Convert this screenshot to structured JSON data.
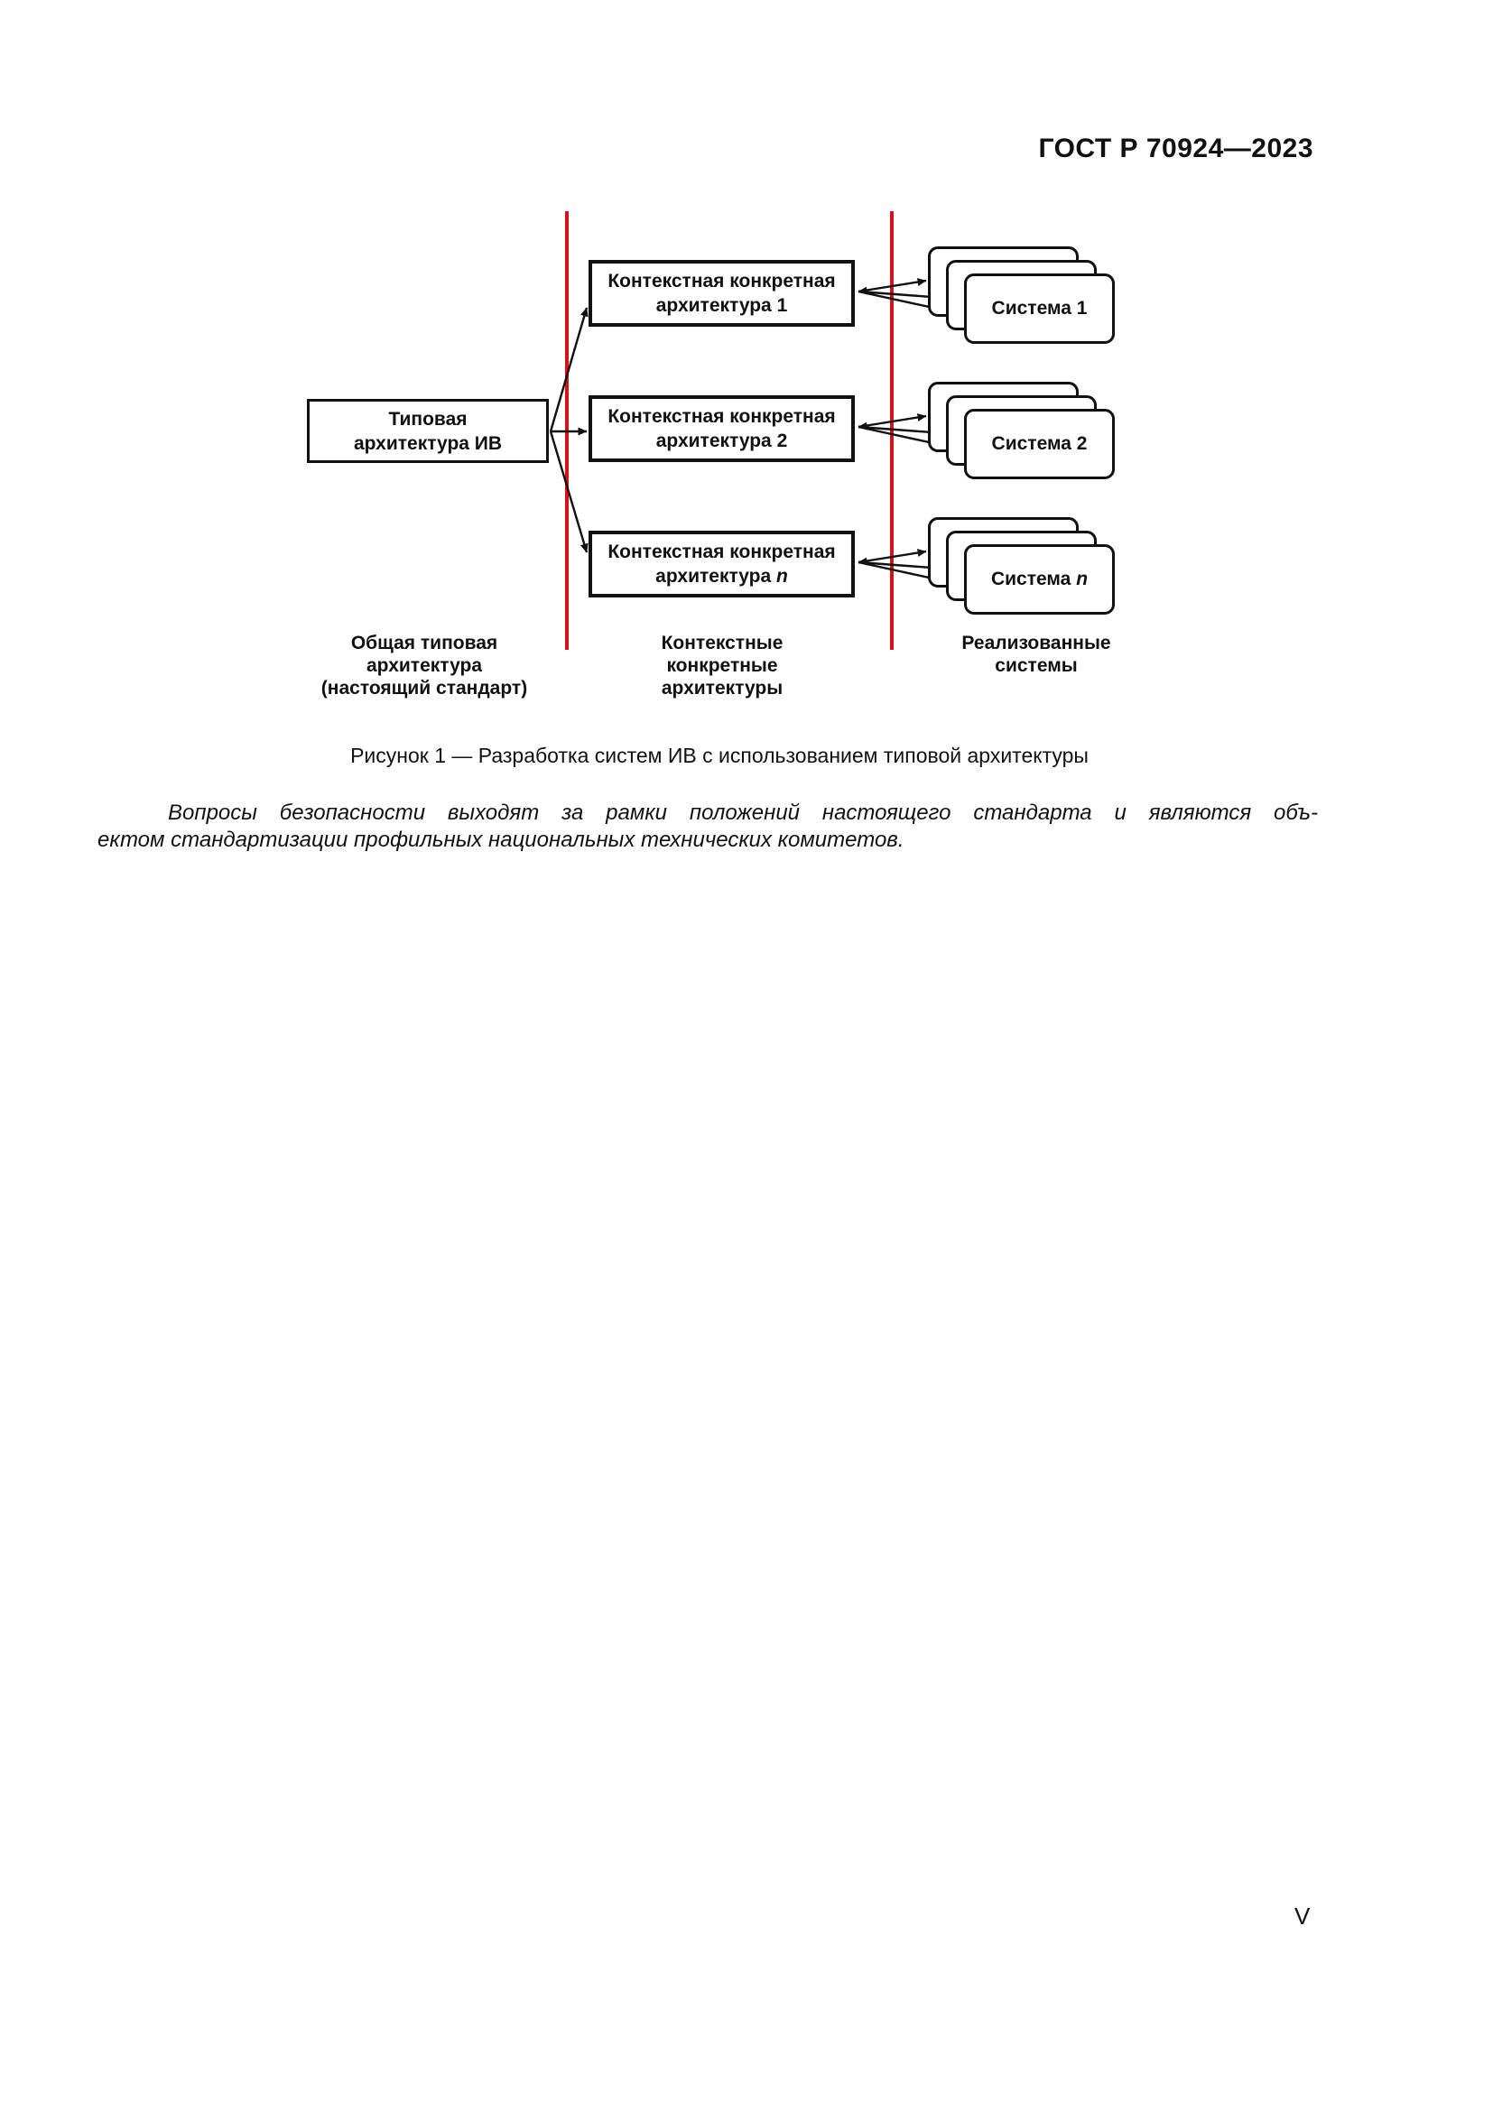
{
  "header": {
    "standard_code": "ГОСТ Р 70924—2023"
  },
  "figure": {
    "caption": "Рисунок 1 — Разработка систем ИВ с использованием типовой архитектуры",
    "divider_color": "#d41317",
    "typical_architecture_box": {
      "line1": "Типовая",
      "line2": "архитектура ИВ"
    },
    "context_boxes": [
      {
        "line1": "Контекстная конкретная",
        "line2_prefix": "архитектура ",
        "line2_suffix": "1"
      },
      {
        "line1": "Контекстная конкретная",
        "line2_prefix": "архитектура ",
        "line2_suffix": "2"
      },
      {
        "line1": "Контекстная конкретная",
        "line2_prefix": "архитектура ",
        "line2_suffix": "n"
      }
    ],
    "system_stacks": [
      {
        "label_prefix": "Система ",
        "label_suffix": "1"
      },
      {
        "label_prefix": "Система ",
        "label_suffix": "2"
      },
      {
        "label_prefix": "Система ",
        "label_suffix": "n"
      }
    ],
    "column_labels": {
      "left": [
        "Общая типовая",
        "архитектура",
        "(настоящий стандарт)"
      ],
      "middle": [
        "Контекстные",
        "конкретные",
        "архитектуры"
      ],
      "right": [
        "Реализованные",
        "системы"
      ]
    }
  },
  "paragraph": {
    "lines": [
      "Вопросы безопасности выходят за рамки положений настоящего стандарта и являются объ-",
      "ектом стандартизации профильных национальных технических комитетов."
    ]
  },
  "page_number": "V"
}
